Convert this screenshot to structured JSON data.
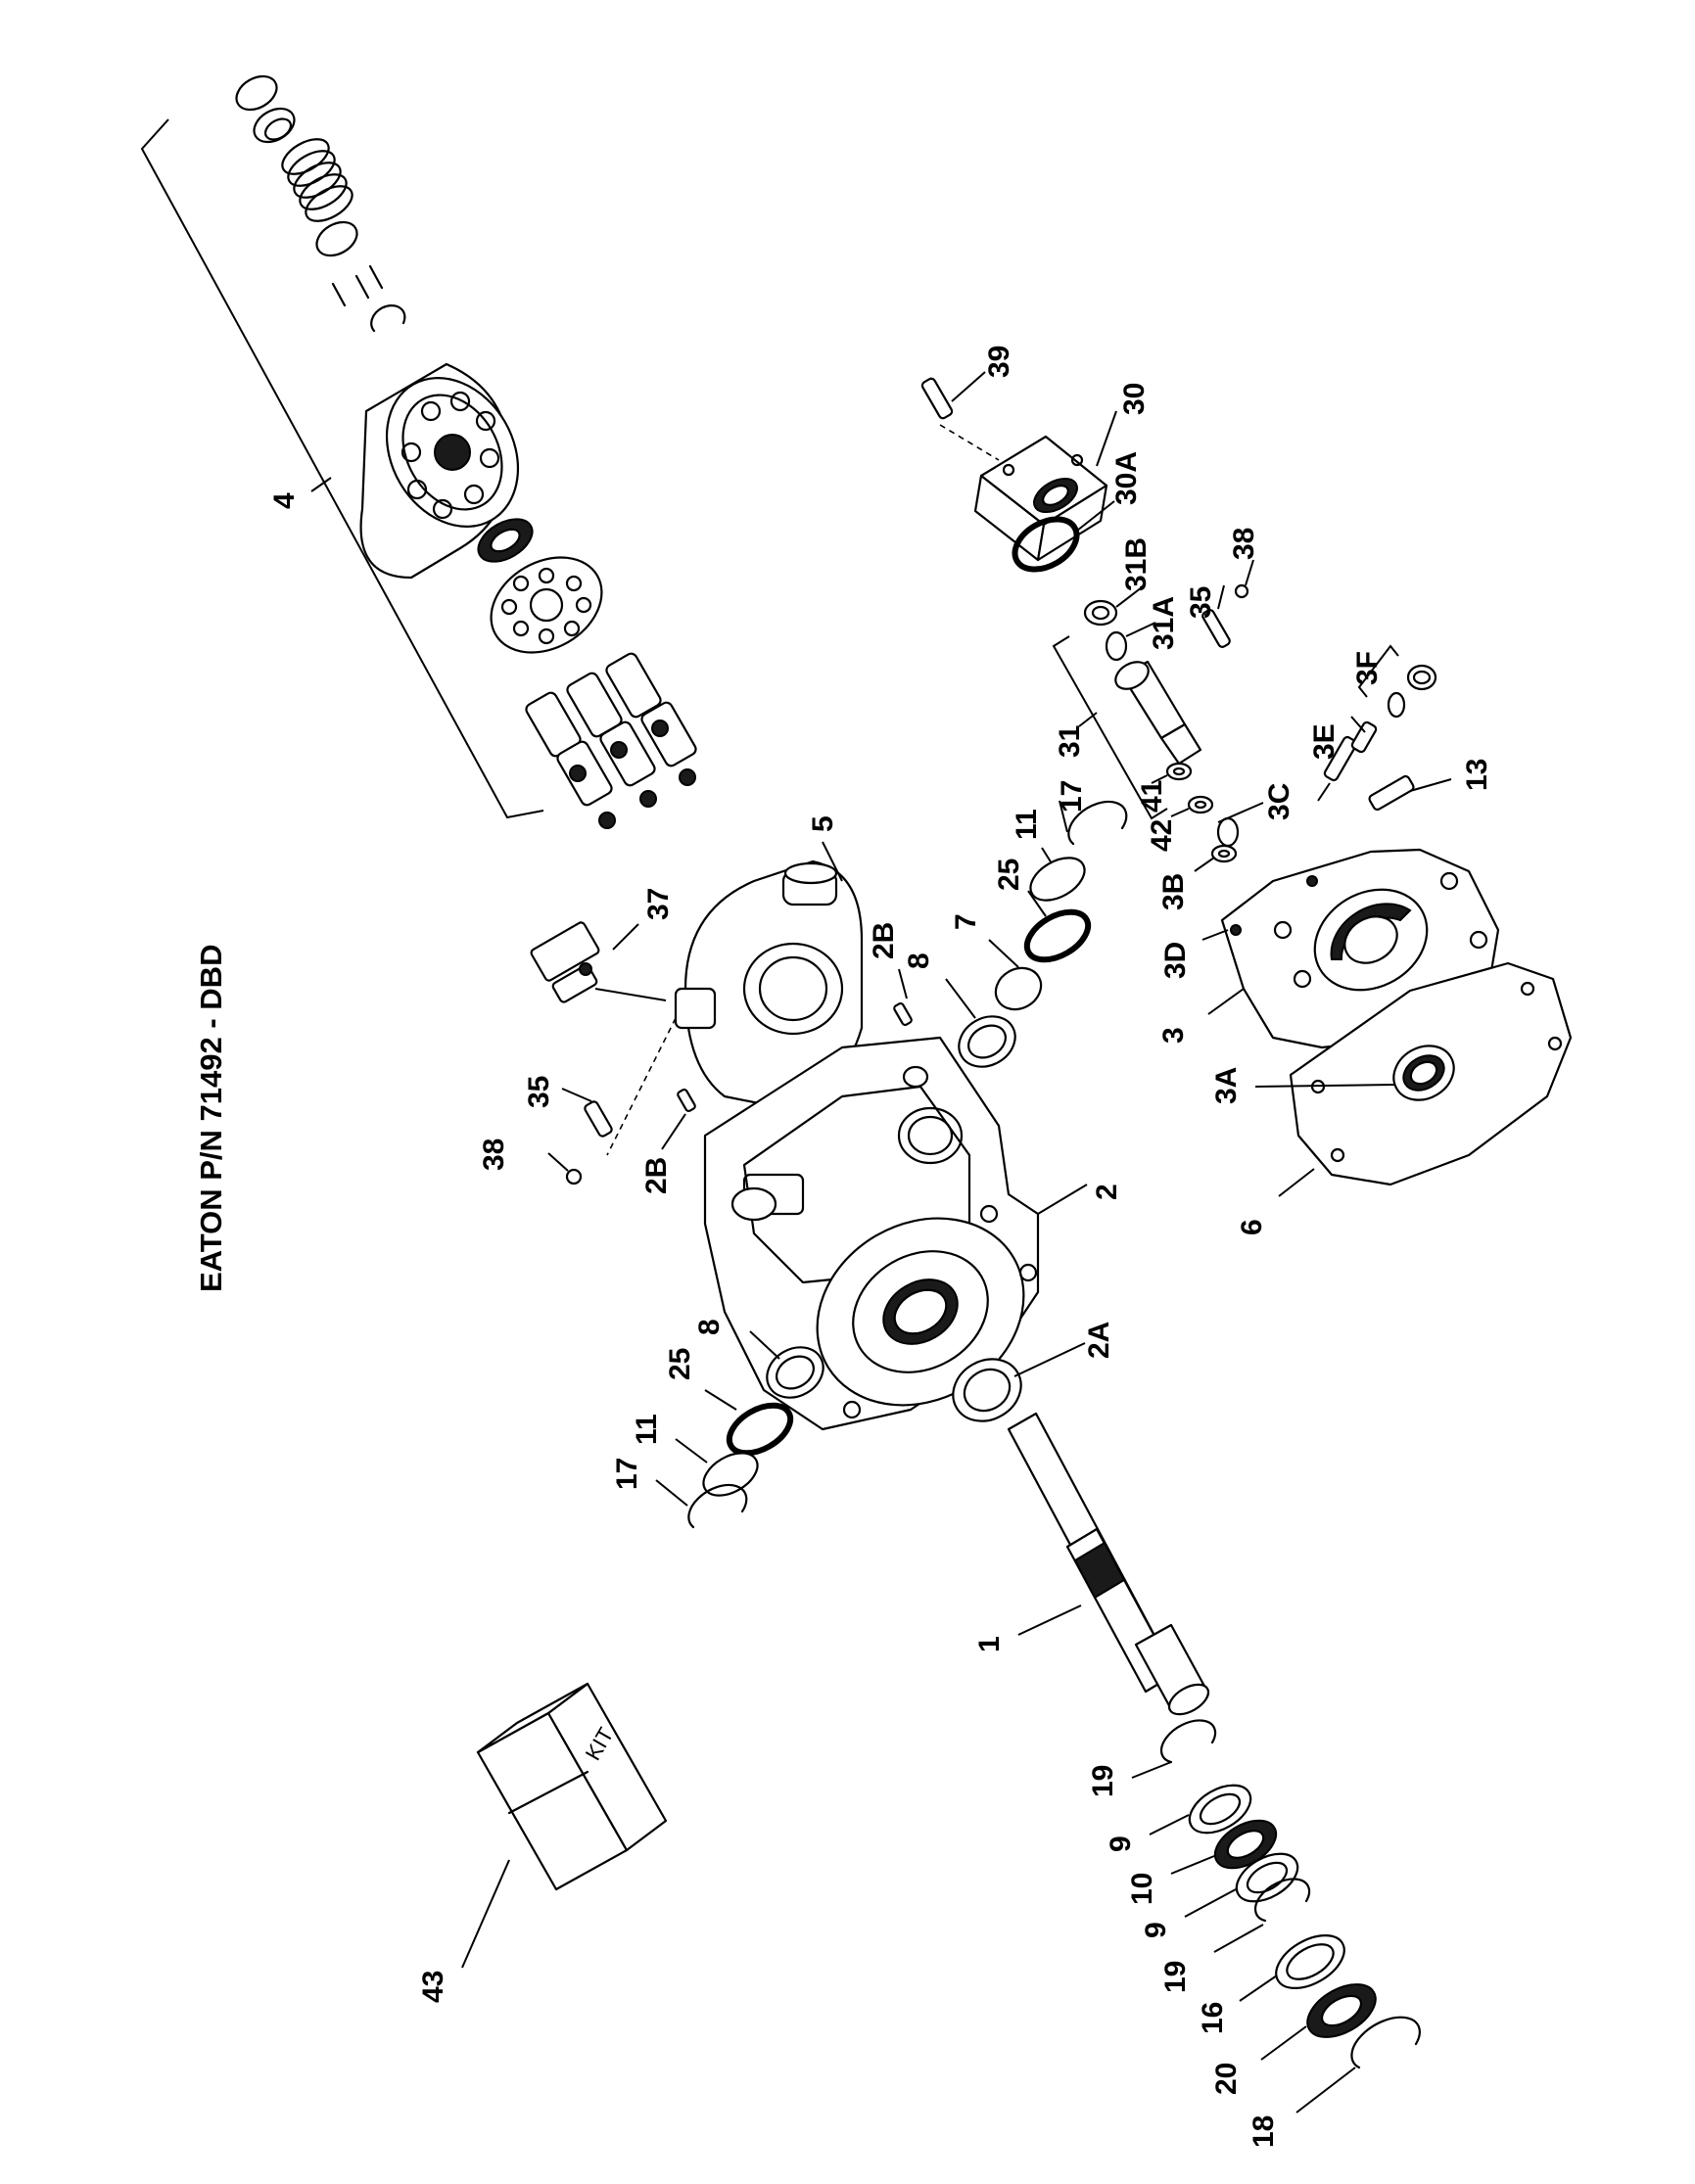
{
  "title": "EATON P/N 71492 - DBD",
  "kit_label": "KIT",
  "callouts": {
    "c1": "1",
    "c2": "2",
    "c2A": "2A",
    "c2B_top": "2B",
    "c2B_left": "2B",
    "c3": "3",
    "c3A": "3A",
    "c3B": "3B",
    "c3C": "3C",
    "c3D": "3D",
    "c3E": "3E",
    "c3F": "3F",
    "c4": "4",
    "c5": "5",
    "c6": "6",
    "c7": "7",
    "c8_upper": "8",
    "c8_lower": "8",
    "c9_a": "9",
    "c9_b": "9",
    "c10": "10",
    "c11_upper": "11",
    "c11_lower": "11",
    "c13": "13",
    "c16": "16",
    "c17_upper": "17",
    "c17_lower": "17",
    "c18": "18",
    "c19_a": "19",
    "c19_b": "19",
    "c20": "20",
    "c25_upper": "25",
    "c25_lower": "25",
    "c30": "30",
    "c30A": "30A",
    "c31": "31",
    "c31A": "31A",
    "c31B": "31B",
    "c35_left": "35",
    "c35_right": "35",
    "c37": "37",
    "c38_left": "38",
    "c38_right": "38",
    "c39": "39",
    "c41": "41",
    "c42": "42",
    "c43": "43"
  }
}
